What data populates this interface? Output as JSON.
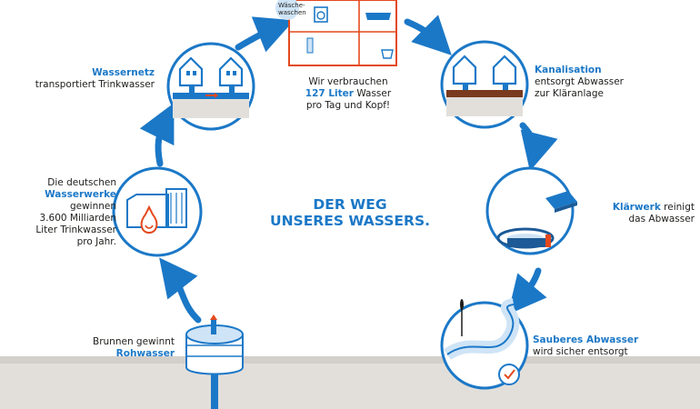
{
  "title": {
    "line1": "DER WEG",
    "line2": "UNSERES WASSERS."
  },
  "steps": {
    "brunnen": {
      "text": "Brunnen gewinnt",
      "highlight": "Rohwasser"
    },
    "wasserwerke": {
      "line1": "Die deutschen",
      "highlight": "Wasserwerke",
      "line3": "gewinnen",
      "line4": "3.600 Milliarden",
      "line5": "Liter Trinkwasser",
      "line6": "pro Jahr."
    },
    "wassernetz": {
      "highlight": "Wassernetz",
      "text": "transportiert Trinkwasser"
    },
    "haushalt": {
      "line1": "Wir verbrauchen",
      "highlight": "127 Liter",
      "after_highlight": " Wasser",
      "line3": "pro Tag und Kopf!",
      "badge_line1": "Wäsche-",
      "badge_line2": "waschen"
    },
    "kanalisation": {
      "highlight": "Kanalisation",
      "line2": "entsorgt Abwasser",
      "line3": "zur Kläranlage"
    },
    "klaerwerk": {
      "highlight": "Klärwerk",
      "after_highlight": " reinigt",
      "line2": "das Abwasser"
    },
    "abwasser": {
      "highlight": "Sauberes Abwasser",
      "line2": "wird sicher entsorgt"
    }
  },
  "colors": {
    "blue": "#1b78c7",
    "dark_blue": "#1d5a96",
    "light_blue": "#cfe4f6",
    "red": "#e4491d",
    "ground": "#e2dfdb",
    "text": "#1d1d1b"
  }
}
